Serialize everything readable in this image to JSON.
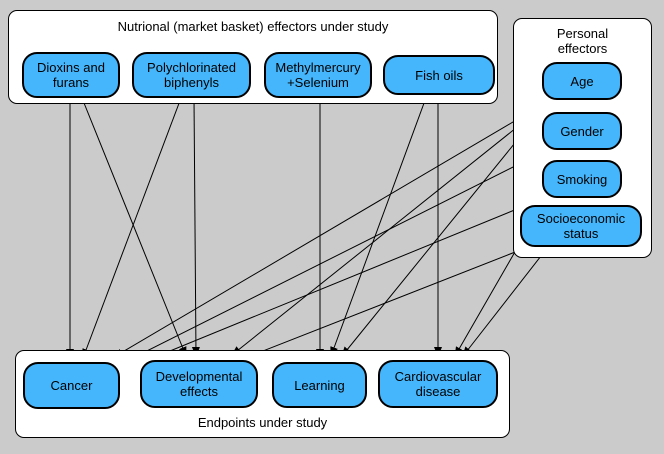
{
  "colors": {
    "background": "#cbcbcb",
    "node_fill": "#45b6fc",
    "border": "#000000",
    "container_fill": "#ffffff"
  },
  "groups": {
    "nutritional": {
      "title": "Nutrional (market basket) effectors under study",
      "nodes": [
        {
          "id": "dioxins-furans",
          "label": "Dioxins and furans"
        },
        {
          "id": "polychlorinated-biphenyls",
          "label": "Polychlorinated biphenyls"
        },
        {
          "id": "methylmercury-selenium",
          "label": "Methylmercury +Selenium"
        },
        {
          "id": "fish-oils",
          "label": "Fish oils"
        }
      ]
    },
    "personal": {
      "title": "Personal effectors",
      "nodes": [
        {
          "id": "age",
          "label": "Age"
        },
        {
          "id": "gender",
          "label": "Gender"
        },
        {
          "id": "smoking",
          "label": "Smoking"
        },
        {
          "id": "socioeconomic-status",
          "label": "Socioeconomic status"
        }
      ]
    },
    "endpoints": {
      "title": "Endpoints under study",
      "nodes": [
        {
          "id": "cancer",
          "label": "Cancer"
        },
        {
          "id": "developmental-effects",
          "label": "Developmental effects"
        },
        {
          "id": "learning",
          "label": "Learning"
        },
        {
          "id": "cardiovascular-disease",
          "label": "Cardiovascular disease"
        }
      ]
    }
  },
  "edges": [
    {
      "from": "dioxins-furans",
      "to": "cancer"
    },
    {
      "from": "dioxins-furans",
      "to": "developmental-effects"
    },
    {
      "from": "polychlorinated-biphenyls",
      "to": "cancer"
    },
    {
      "from": "polychlorinated-biphenyls",
      "to": "developmental-effects"
    },
    {
      "from": "methylmercury-selenium",
      "to": "learning"
    },
    {
      "from": "fish-oils",
      "to": "learning"
    },
    {
      "from": "fish-oils",
      "to": "cardiovascular-disease"
    },
    {
      "from": "age",
      "to": "cancer"
    },
    {
      "from": "age",
      "to": "developmental-effects"
    },
    {
      "from": "age",
      "to": "learning"
    },
    {
      "from": "gender",
      "to": "cancer"
    },
    {
      "from": "smoking",
      "to": "cancer"
    },
    {
      "from": "smoking",
      "to": "cardiovascular-disease"
    },
    {
      "from": "socioeconomic-status",
      "to": "developmental-effects"
    },
    {
      "from": "socioeconomic-status",
      "to": "cardiovascular-disease"
    }
  ]
}
